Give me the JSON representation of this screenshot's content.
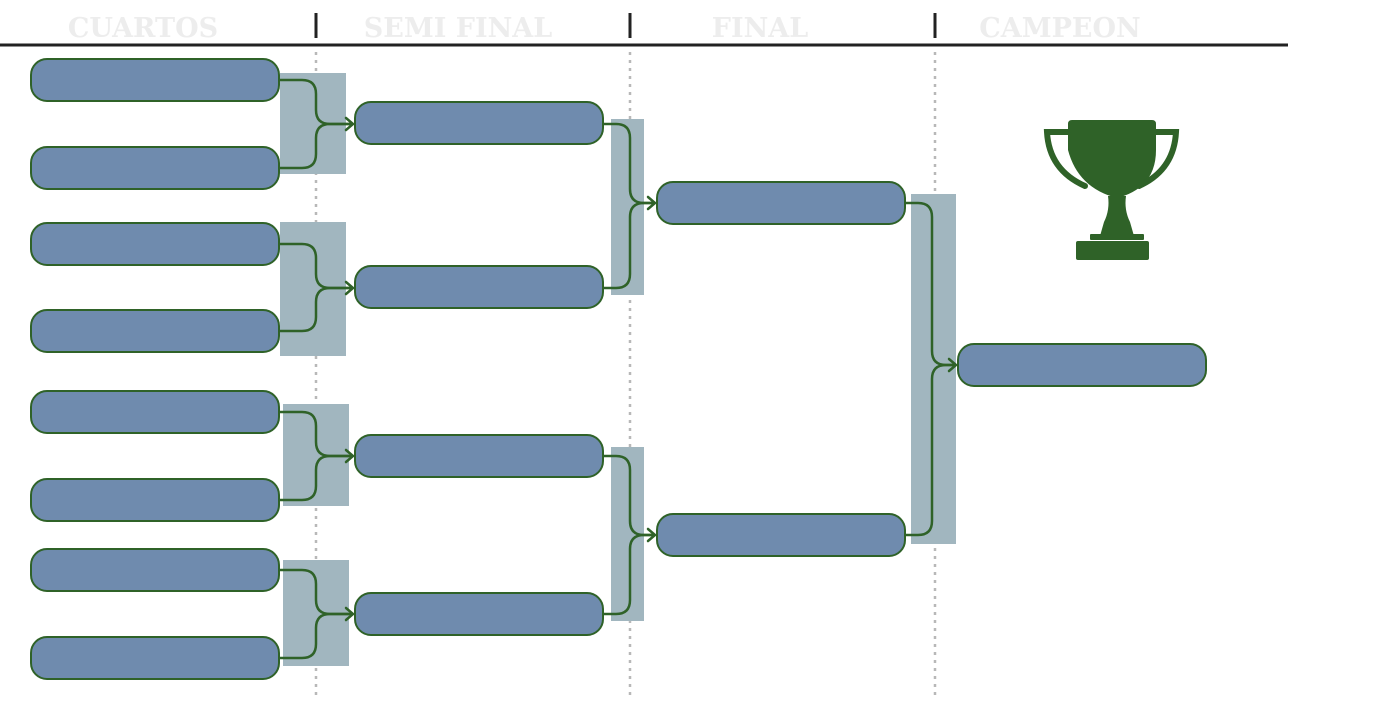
{
  "headers": {
    "round1": "CUARTOS",
    "round2": "SEMI FINAL",
    "round3": "FINAL",
    "round4": "CAMPEON"
  },
  "colors": {
    "slot_fill": "#6f8bae",
    "slot_border": "#2f6228",
    "connector_line": "#2f6228",
    "connector_band": "#a1b6bf",
    "header_rule": "#222222",
    "divider_dotted": "#b8b8b8",
    "trophy": "#2f6228",
    "header_text": "#ededed"
  },
  "icons": {
    "trophy": "trophy-icon"
  },
  "bracket": {
    "rounds": [
      {
        "name": "cuartos",
        "slot_count": 8
      },
      {
        "name": "semi-final",
        "slot_count": 4
      },
      {
        "name": "final",
        "slot_count": 2
      },
      {
        "name": "campeon",
        "slot_count": 1
      }
    ]
  }
}
